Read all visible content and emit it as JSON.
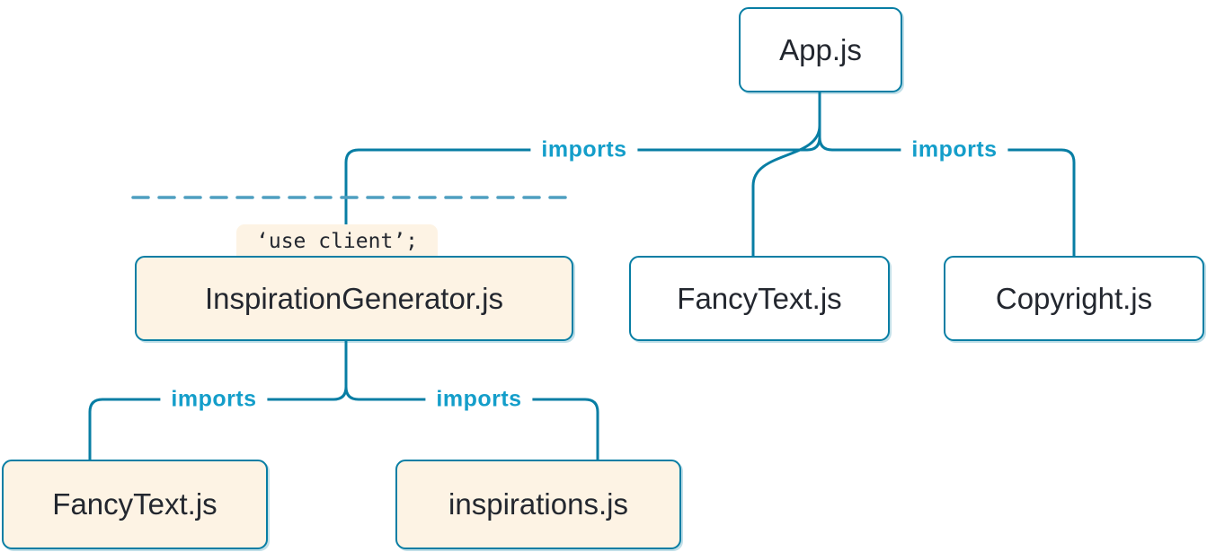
{
  "diagram": {
    "nodes": {
      "app": {
        "label": "App.js"
      },
      "inspiration_generator": {
        "label": "InspirationGenerator.js",
        "directive": "‘use client’;"
      },
      "fancy_text_top": {
        "label": "FancyText.js"
      },
      "copyright": {
        "label": "Copyright.js"
      },
      "fancy_text_bottom": {
        "label": "FancyText.js"
      },
      "inspirations": {
        "label": "inspirations.js"
      }
    },
    "edges": {
      "app_to_generator_label": "imports",
      "app_to_copyright_label": "imports",
      "generator_to_fancytext_label": "imports",
      "generator_to_inspirations_label": "imports"
    },
    "colors": {
      "line": "#087ea4",
      "edge_label": "#149eca",
      "client_background": "#fdf3e4",
      "server_background": "#ffffff",
      "node_text": "#23272f",
      "boundary_dash": "#4e9fc0"
    }
  }
}
